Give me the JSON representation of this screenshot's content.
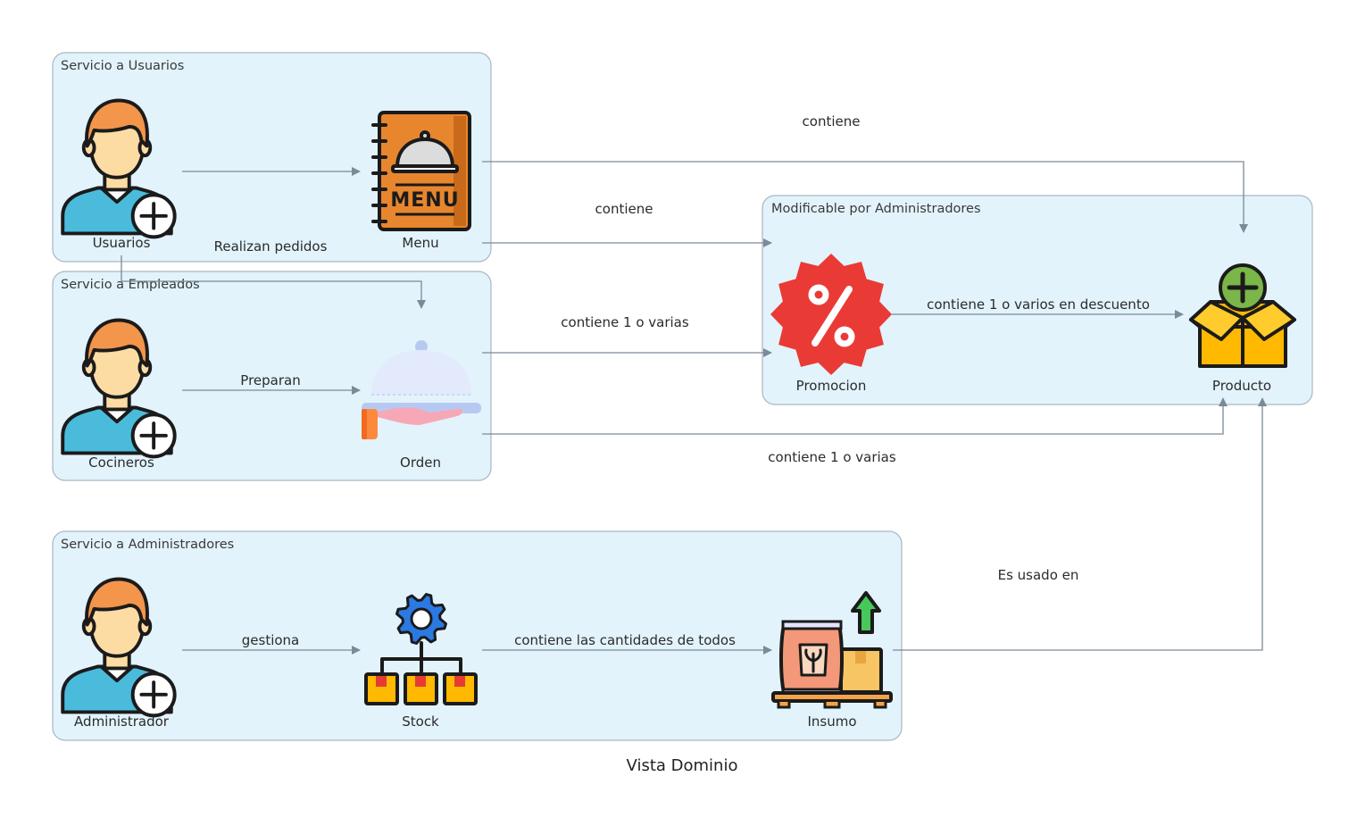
{
  "clusters": {
    "usuarios": "Servicio a Usuarios",
    "empleados": "Servicio a Empleados",
    "administradores": "Servicio a Administradores",
    "modificable": "Modificable por Administradores"
  },
  "nodes": {
    "usuarios": "Usuarios",
    "menu": "Menu",
    "cocineros": "Cocineros",
    "orden": "Orden",
    "promocion": "Promocion",
    "producto": "Producto",
    "administrador": "Administrador",
    "stock": "Stock",
    "insumo": "Insumo"
  },
  "edges": {
    "usuarios_menu": "Realizan pedidos",
    "menu_producto": "contiene",
    "menu_promocion": "contiene",
    "cocineros_orden": "Preparan",
    "orden_promocion": "contiene 1 o varias",
    "orden_producto": "contiene 1 o varias",
    "promocion_producto": "contiene 1 o varios en descuento",
    "administrador_stock": "gestiona",
    "stock_insumo": "contiene las cantidades de todos",
    "insumo_producto": "Es usado en"
  },
  "caption": "Vista Dominio",
  "colors": {
    "cluster_fill": "#e2f3fc",
    "cluster_border": "#a9b7c2",
    "edge": "#7a8a96",
    "skin": "#fddca4",
    "hair": "#f3954a",
    "shirt": "#4bbbdc",
    "menu": "#e8862e",
    "promo": "#ea3a35",
    "box": "#ffb900",
    "plus_green": "#7ab648"
  },
  "icons": {
    "usuarios": "user-plus-icon",
    "cocineros": "user-plus-icon",
    "administrador": "user-plus-icon",
    "menu": "menu-book-icon",
    "orden": "serving-cloche-icon",
    "promocion": "percent-badge-icon",
    "producto": "box-plus-icon",
    "stock": "gear-hierarchy-icon",
    "insumo": "supply-sack-icon"
  }
}
